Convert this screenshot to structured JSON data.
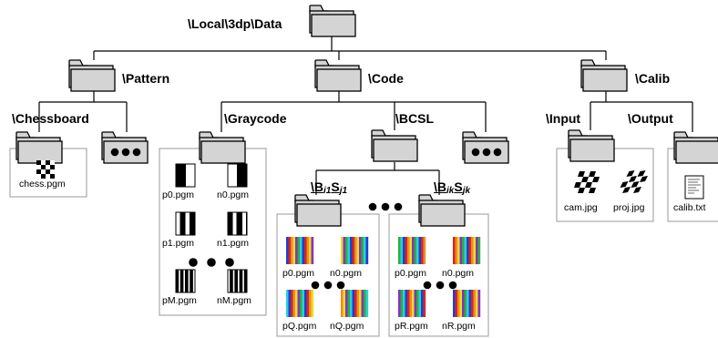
{
  "root": {
    "label": "\\Local\\3dp\\Data"
  },
  "pattern": {
    "label": "\\Pattern",
    "chessboard": {
      "label": "\\Chessboard",
      "files": [
        "chess.pgm"
      ]
    }
  },
  "code": {
    "label": "\\Code",
    "graycode": {
      "label": "\\Graycode",
      "files": [
        "p0.pgm",
        "n0.pgm",
        "p1.pgm",
        "n1.pgm",
        "pM.pgm",
        "nM.pgm"
      ]
    },
    "bcsl": {
      "label": "\\BCSL",
      "first": {
        "prefix": "\\B",
        "i": "i1",
        "mid": "S",
        "j": "j1",
        "files": [
          "p0.pgm",
          "n0.pgm",
          "pQ.pgm",
          "nQ.pgm"
        ]
      },
      "last": {
        "prefix": "\\B",
        "i": "ik",
        "mid": "S",
        "j": "jk",
        "files": [
          "p0.pgm",
          "n0.pgm",
          "pR.pgm",
          "nR.pgm"
        ]
      }
    }
  },
  "calib": {
    "label": "\\Calib",
    "input": {
      "label": "\\Input",
      "files": [
        "cam.jpg",
        "proj.jpg"
      ]
    },
    "output": {
      "label": "\\Output",
      "files": [
        "calib.txt"
      ]
    }
  },
  "colors": {
    "folder_fill": "#d4d4d4",
    "line": "#000000",
    "box_border": "#9a9a9a",
    "stripes": [
      "#1f3fd0",
      "#2fae3a",
      "#e8e020",
      "#d8232a",
      "#2ad0d8",
      "#8b2fc9",
      "#f08c1e"
    ]
  }
}
